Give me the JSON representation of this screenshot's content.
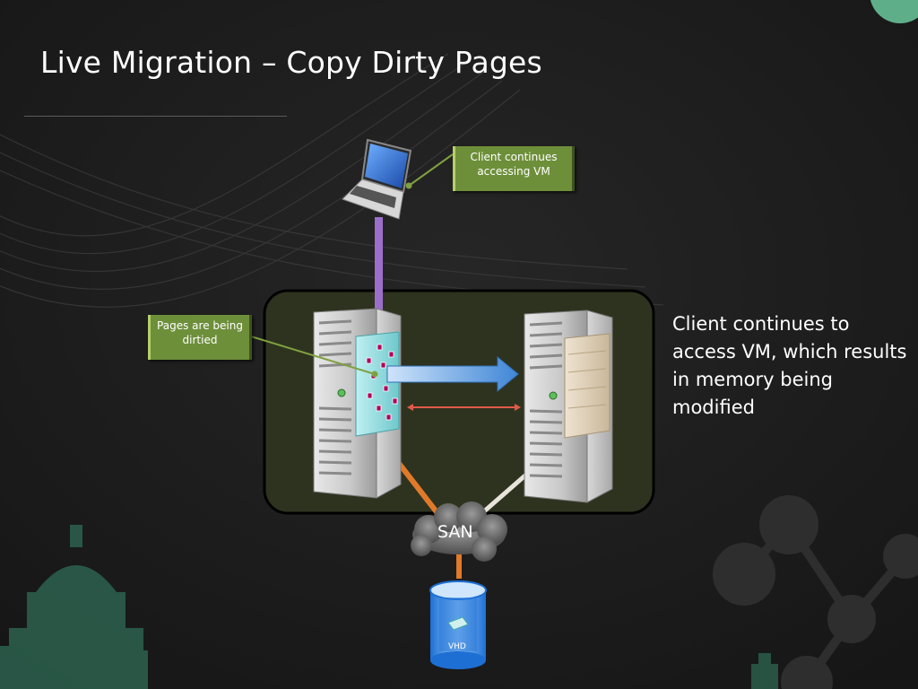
{
  "slide": {
    "title": "Live Migration – Copy Dirty Pages",
    "side_text": "Client continues to access VM, which results in memory being modified"
  },
  "callouts": {
    "client": {
      "line1": "Client continues",
      "line2": "accessing VM"
    },
    "pages": {
      "line1": "Pages are being",
      "line2": "dirtied"
    }
  },
  "labels": {
    "san": "SAN",
    "vhd": "VHD"
  },
  "colors": {
    "background": "#1e1e1e",
    "callout_green": "#6e8f3a",
    "cluster_box": "#2e331f",
    "migration_arrow": "#4a8ad8",
    "client_link": "#9b6fc9",
    "san_link_source": "#e07a2a",
    "dirty_page": "#b0005a"
  }
}
